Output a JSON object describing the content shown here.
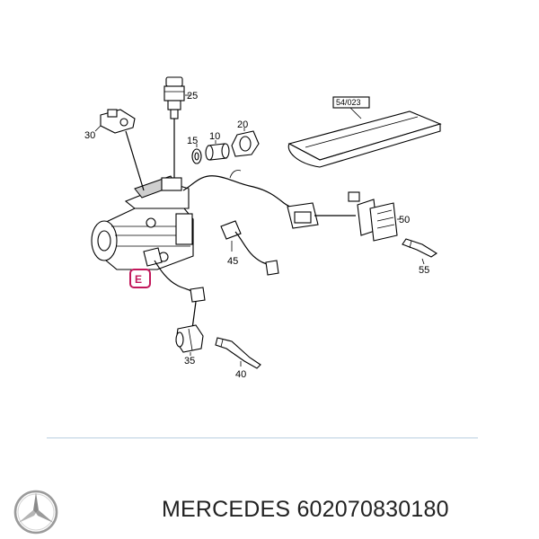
{
  "diagram": {
    "reference_box": "54/023",
    "marker_letter": "E",
    "callouts": [
      "25",
      "30",
      "15",
      "10",
      "20",
      "50",
      "45",
      "55",
      "35",
      "40"
    ]
  },
  "footer": {
    "brand": "MERCEDES",
    "part_number": "602070830180"
  },
  "colors": {
    "marker": "#c2185b",
    "separator": "#b9cfe0",
    "footer_text": "#222222"
  },
  "icons": {
    "logo": "three-pointed-star-icon"
  }
}
